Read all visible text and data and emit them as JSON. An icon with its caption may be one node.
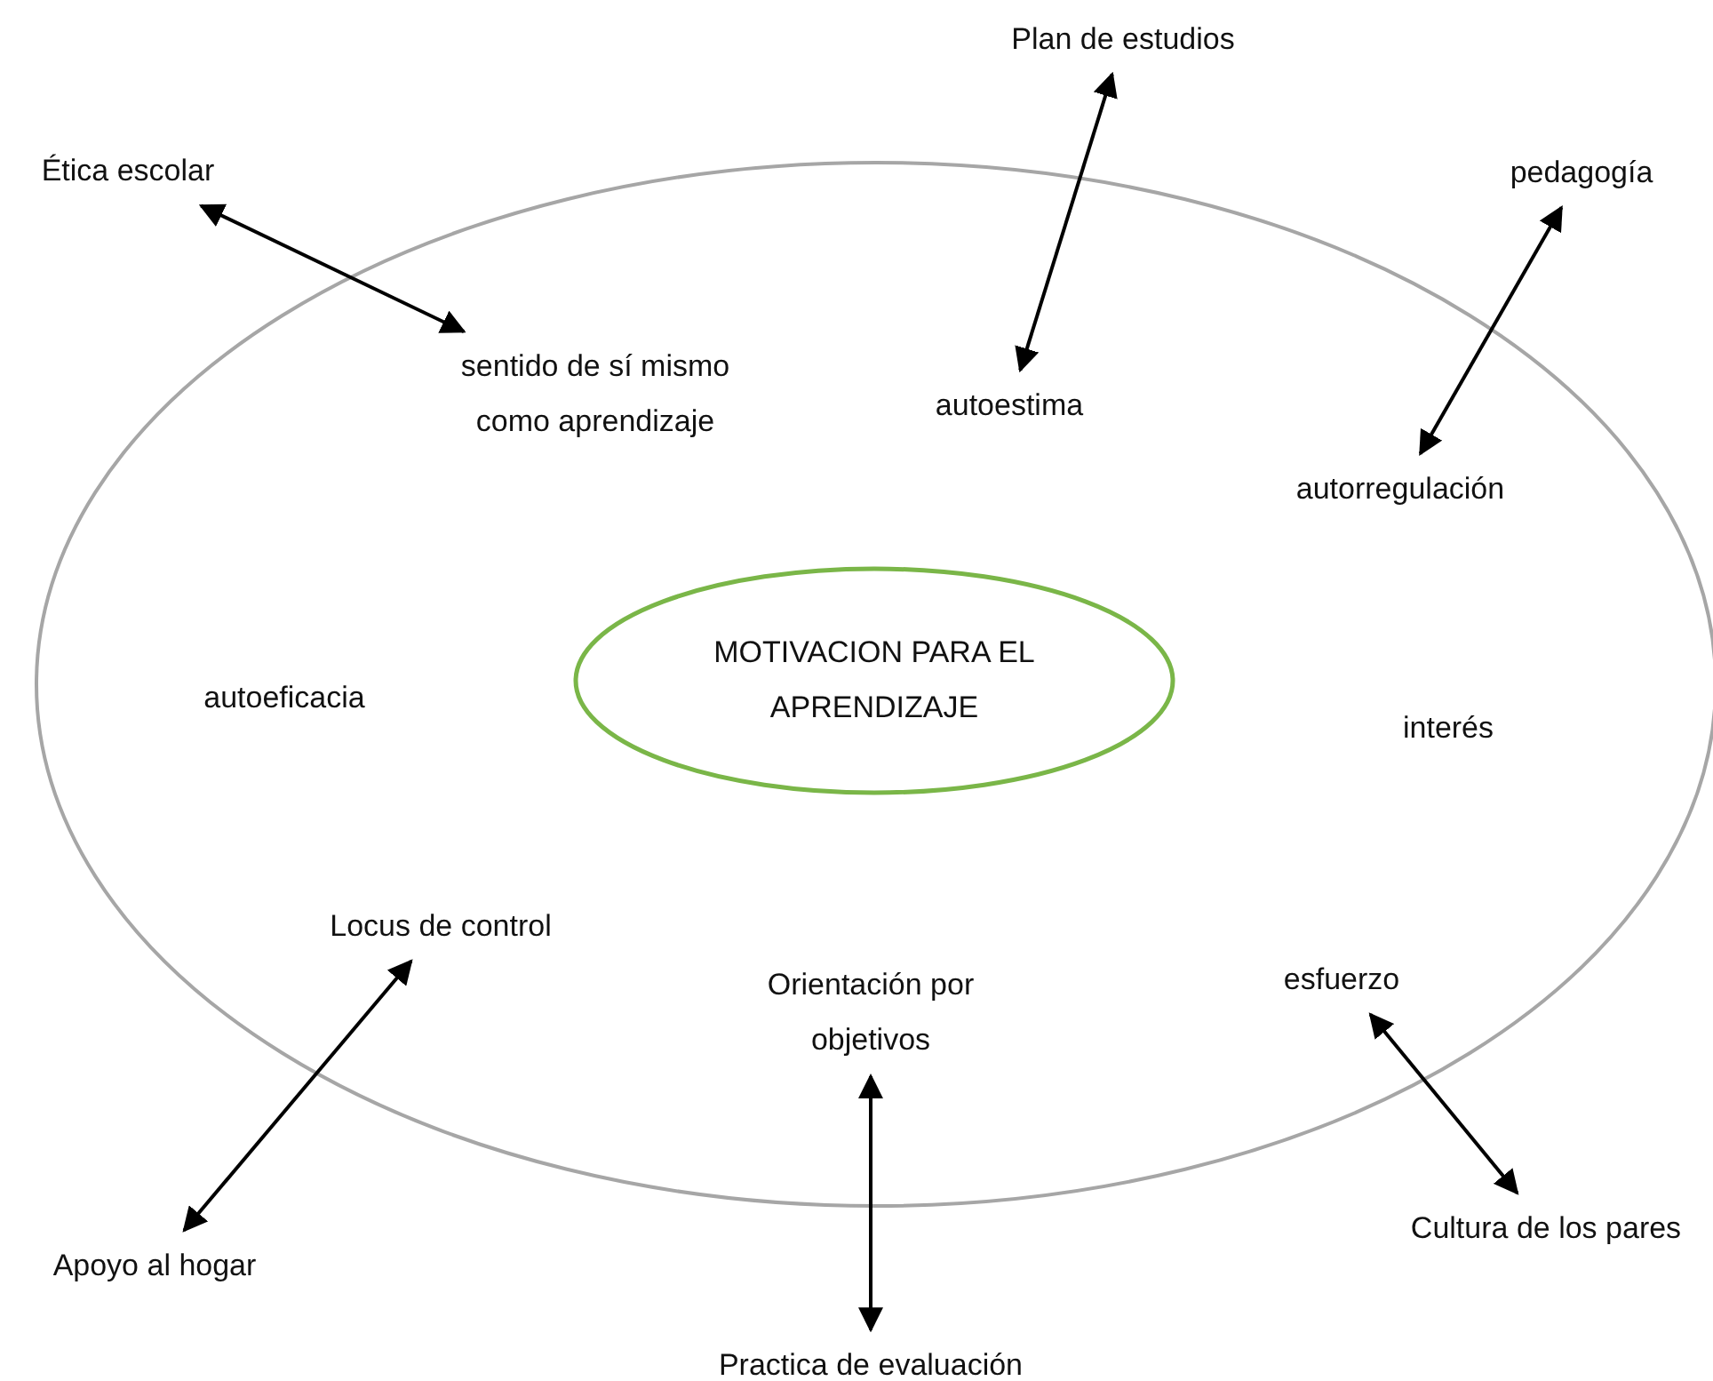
{
  "diagram": {
    "nodes": [
      {
        "text": [],
        "shape": "circle"
      },
      {
        "text": [
          "Plan de estudios"
        ]
      },
      {
        "text": [
          "Ética escolar"
        ]
      },
      {
        "text": [
          "pedagogía"
        ]
      },
      {
        "text": [
          "sentido de sí mismo como aprendizaje"
        ],
        "in": 0
      },
      {
        "text": [
          "autoestima"
        ],
        "in": 0
      },
      {
        "text": [
          "autorregulación"
        ],
        "in": 0
      },
      {
        "text": [
          "MOTIVACION PARA EL APRENDIZAJE"
        ],
        "in": 0
      },
      {
        "text": [
          "Locus de control"
        ],
        "in": 0
      },
      {
        "text": [
          "Orientación por objetivos"
        ],
        "in": 0
      },
      {
        "text": [
          "esfuerzo"
        ],
        "in": 0
      },
      {
        "text": [
          "Cultura de los pares"
        ]
      },
      {
        "text": [
          "Apoyo al hogar"
        ]
      },
      {
        "text": [
          "Practica de evaluación"
        ]
      }
    ],
    "edges": [
      {
        "from": 2,
        "to": 4,
        "arrow": "both"
      },
      {
        "from": 1,
        "to": 5,
        "arrow": "both"
      },
      {
        "from": 3,
        "to": 6,
        "arrow": "both"
      },
      {
        "from": 12,
        "to": 8,
        "arrow": "both"
      },
      {
        "from": 13,
        "to": 9,
        "arrow": "both"
      },
      {
        "from": 11,
        "to": 10,
        "arrow": "both"
      }
    ],
    "labels": [
      "autoeficacia",
      "interés"
    ]
  }
}
